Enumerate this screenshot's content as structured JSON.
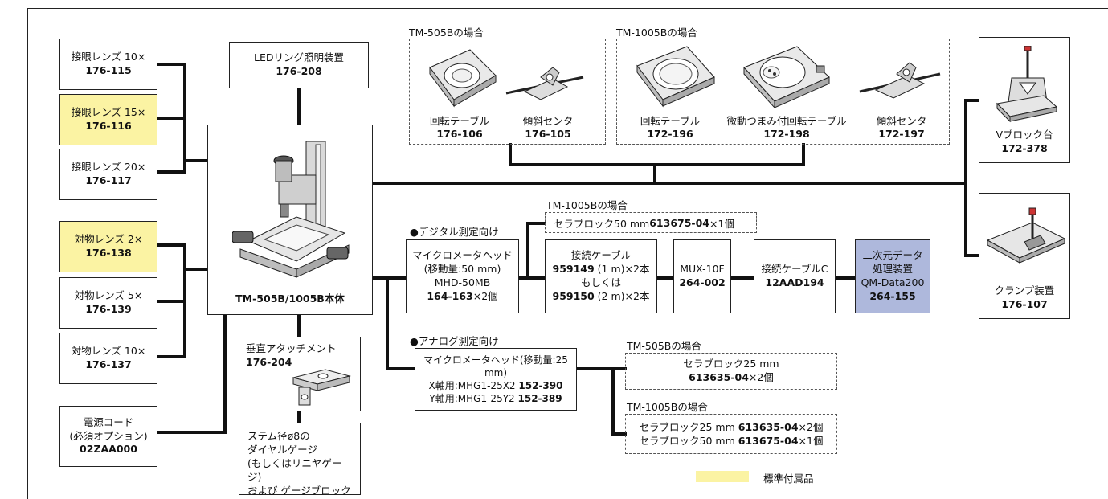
{
  "eyepiece_10": {
    "name": "接眼レンズ 10×",
    "code": "176-115"
  },
  "eyepiece_15": {
    "name": "接眼レンズ 15×",
    "code": "176-116"
  },
  "eyepiece_20": {
    "name": "接眼レンズ 20×",
    "code": "176-117"
  },
  "objective_2": {
    "name": "対物レンズ 2×",
    "code": "176-138"
  },
  "objective_5": {
    "name": "対物レンズ 5×",
    "code": "176-139"
  },
  "objective_10": {
    "name": "対物レンズ 10×",
    "code": "176-137"
  },
  "power_cord": {
    "name1": "電源コード",
    "name2": "(必須オプション)",
    "code": "02ZAA000"
  },
  "led_ring": {
    "name": "LEDリング照明装置",
    "code": "176-208"
  },
  "main_unit": {
    "name": "TM-505B/1005B本体"
  },
  "vertical_attach": {
    "name": "垂直アタッチメント",
    "code": "176-204"
  },
  "stem": {
    "l1": "ステム径ø8の",
    "l2": "ダイヤルゲージ",
    "l3": "(もしくはリニヤゲージ)",
    "l4": "および ゲージブロック"
  },
  "group_505_top": {
    "label": "TM-505Bの場合",
    "rotary": {
      "name": "回転テーブル",
      "code": "176-106"
    },
    "tilt": {
      "name": "傾斜センタ",
      "code": "176-105"
    }
  },
  "group_1005_top": {
    "label": "TM-1005Bの場合",
    "rotary": {
      "name": "回転テーブル",
      "code": "172-196"
    },
    "fine_rotary": {
      "name": "微動つまみ付回転テーブル",
      "code": "172-198"
    },
    "tilt": {
      "name": "傾斜センタ",
      "code": "172-197"
    }
  },
  "vblock": {
    "name": "Vブロック台",
    "code": "172-378"
  },
  "clamp": {
    "name": "クランプ装置",
    "code": "176-107"
  },
  "digital": {
    "heading": "●デジタル測定向け",
    "l1": "マイクロメータヘッド",
    "l2": "(移動量:50 mm)",
    "l3": "MHD-50MB",
    "code": "164-163",
    "suffix": "×2個"
  },
  "tm1005_ceramic": {
    "label": "TM-1005Bの場合",
    "text": "セラブロック50 mm ",
    "code": "613675-04",
    "suffix": "×1個"
  },
  "cable": {
    "l1": "接続ケーブル",
    "code1": "959149",
    "t1": " (1 m)×2本",
    "l2": "もしくは",
    "code2": "959150",
    "t2": " (2 m)×2本"
  },
  "mux": {
    "name": "MUX-10F",
    "code": "264-002"
  },
  "cable_c": {
    "name": "接続ケーブルC",
    "code": "12AAD194"
  },
  "qm": {
    "l1": "二次元データ",
    "l2": "処理装置",
    "l3": "QM-Data200",
    "code": "264-155"
  },
  "analog": {
    "heading": "●アナログ測定向け",
    "l1": "マイクロメータヘッド(移動量:25 mm)",
    "x_text": "X軸用:MHG1-25X2  ",
    "x_code": "152-390",
    "y_text": "Y軸用:MHG1-25Y2  ",
    "y_code": "152-389"
  },
  "ana_505": {
    "label": "TM-505Bの場合",
    "l1": "セラブロック25 mm",
    "code": "613635-04",
    "suffix": "×2個"
  },
  "ana_1005": {
    "label": "TM-1005Bの場合",
    "r1_text": "セラブロック25 mm ",
    "r1_code": "613635-04",
    "r1_suffix": "×2個",
    "r2_text": "セラブロック50 mm ",
    "r2_code": "613675-04",
    "r2_suffix": "×1個"
  },
  "legend": {
    "text": "標準付属品",
    "color": "#fbf3a3"
  },
  "colors": {
    "standard": "#fbf3a3",
    "processor": "#aeb8dc",
    "line": "#111111"
  }
}
